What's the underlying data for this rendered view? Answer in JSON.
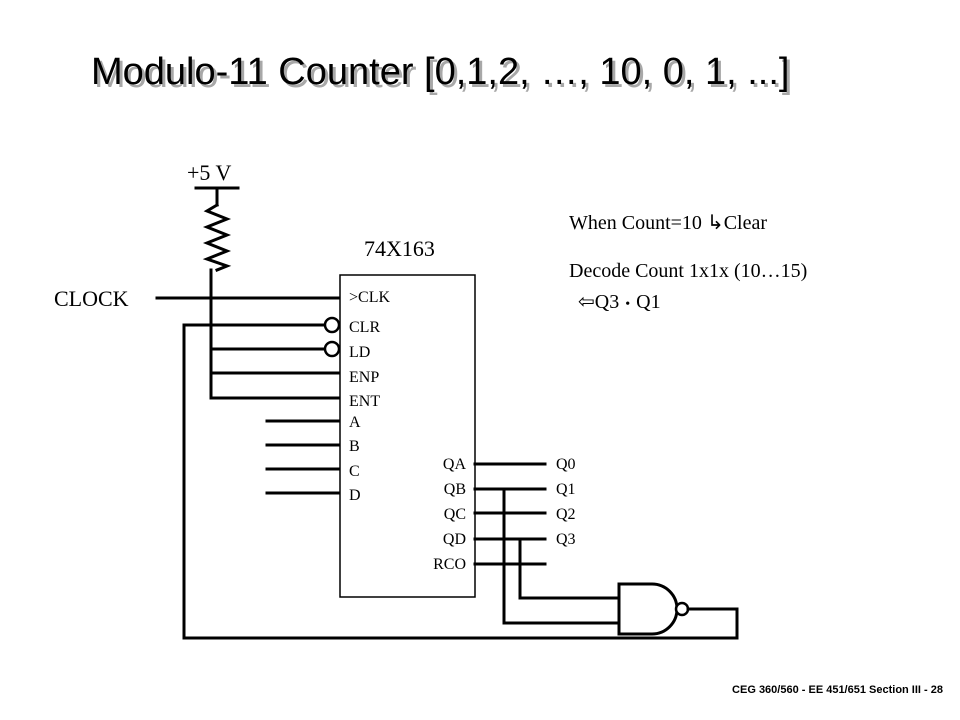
{
  "slide": {
    "title": "Modulo-11 Counter [0,1,2, …, 10, 0, 1, ...]",
    "footer": "CEG 360/560 - EE 451/651  Section III - 28"
  },
  "circuit": {
    "supply_label": "+5 V",
    "clock_label": "CLOCK",
    "chip_name": "74X163",
    "inputs": {
      "clk": ">CLK",
      "clr": "CLR",
      "ld": "LD",
      "enp": "ENP",
      "ent": "ENT",
      "a": "A",
      "b": "B",
      "c": "C",
      "d": "D"
    },
    "outputs": {
      "qa": "QA",
      "qb": "QB",
      "qc": "QC",
      "qd": "QD",
      "rco": "RCO"
    },
    "q_labels": {
      "q0": "Q0",
      "q1": "Q1",
      "q2": "Q2",
      "q3": "Q3"
    }
  },
  "notes": {
    "line1_text": "When Count=10 ",
    "line1_arrow": "↳",
    "line1_result": "Clear",
    "line2": "Decode Count 1x1x (10…15)",
    "line3_arrow": "⇦",
    "line3_a": "Q3",
    "line3_dot": "•",
    "line3_b": "Q1"
  },
  "icons": {
    "resistor": "resistor-icon",
    "nand_gate": "nand-gate-icon",
    "inversion_bubble": "inversion-bubble-icon"
  }
}
